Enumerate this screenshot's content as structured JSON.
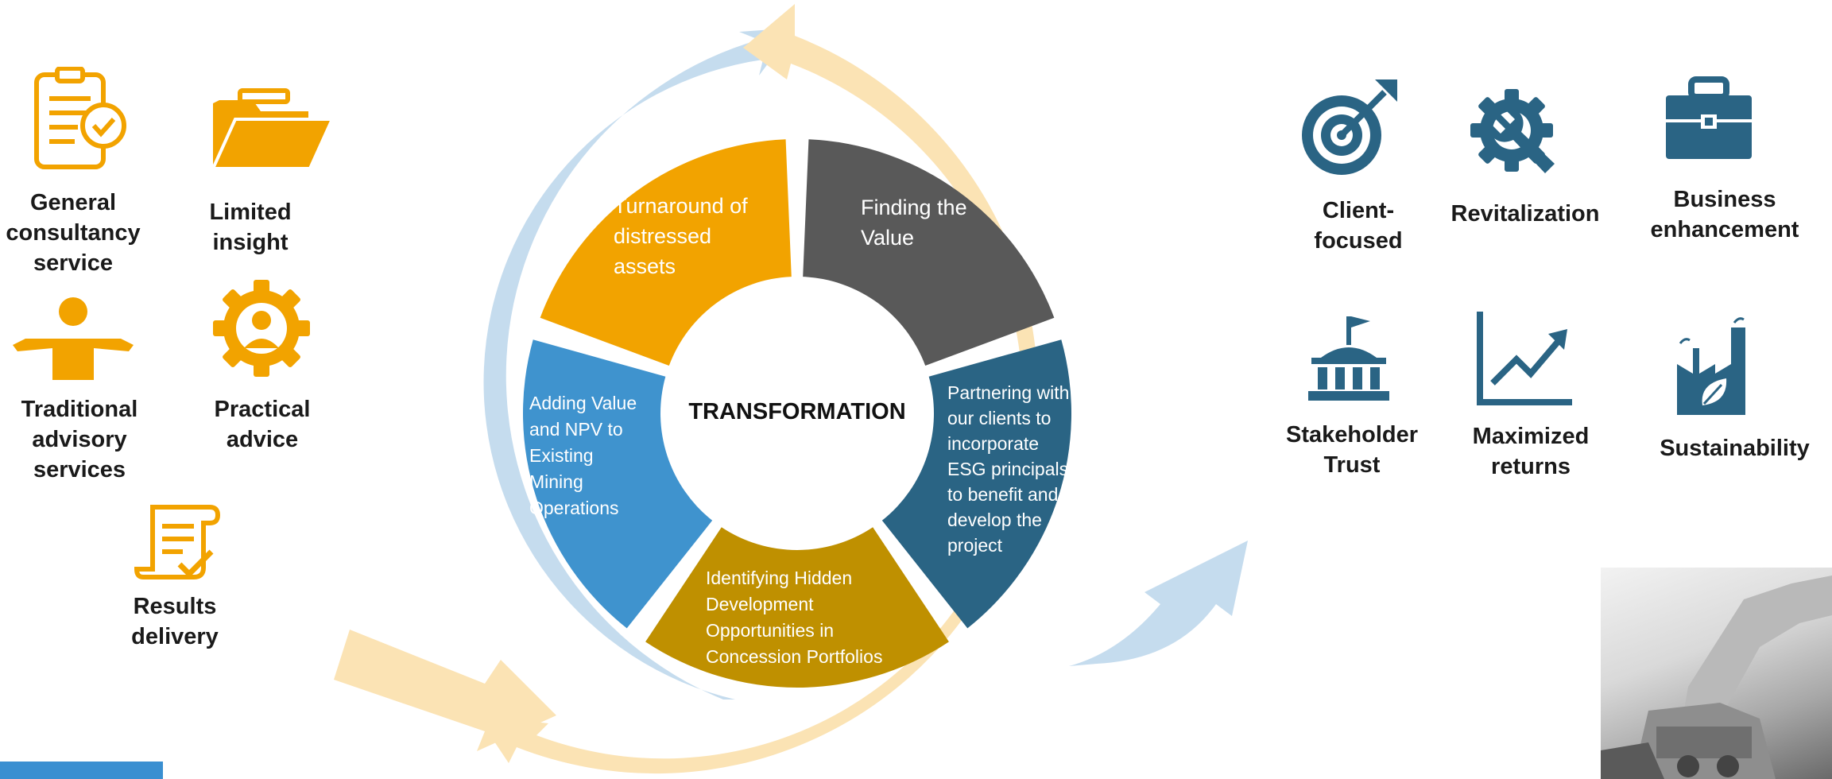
{
  "left_items": [
    {
      "key": "general",
      "lines": [
        "General",
        "consultancy",
        "service"
      ],
      "icon": "clipboard-check-icon"
    },
    {
      "key": "limited",
      "lines": [
        "Limited",
        "insight"
      ],
      "icon": "folder-icon"
    },
    {
      "key": "traditional",
      "lines": [
        "Traditional",
        "advisory",
        "services"
      ],
      "icon": "shrugging-person-icon"
    },
    {
      "key": "practical",
      "lines": [
        "Practical",
        "advice"
      ],
      "icon": "gear-person-icon"
    },
    {
      "key": "results",
      "lines": [
        "Results",
        "delivery"
      ],
      "icon": "scroll-check-icon"
    }
  ],
  "right_items": [
    {
      "key": "client",
      "lines": [
        "Client-",
        "focused"
      ],
      "icon": "target-arrow-icon"
    },
    {
      "key": "revital",
      "lines": [
        "Revitalization"
      ],
      "icon": "gear-wrench-icon"
    },
    {
      "key": "business",
      "lines": [
        "Business",
        "enhancement"
      ],
      "icon": "briefcase-icon"
    },
    {
      "key": "stakeholder",
      "lines": [
        "Stakeholder",
        "Trust"
      ],
      "icon": "institution-flag-icon"
    },
    {
      "key": "maximized",
      "lines": [
        "Maximized",
        "returns"
      ],
      "icon": "growth-chart-icon"
    },
    {
      "key": "sustain",
      "lines": [
        "Sustainability"
      ],
      "icon": "eco-factory-icon"
    }
  ],
  "center_label": "TRANSFORMATION",
  "segments": [
    {
      "key": "turnaround",
      "lines": [
        "Turnaround of",
        "distressed",
        "assets"
      ],
      "color": "#f2a300"
    },
    {
      "key": "finding",
      "lines": [
        "Finding the",
        "Value"
      ],
      "color": "#595959"
    },
    {
      "key": "partnering",
      "lines": [
        "Partnering with",
        "our clients to",
        "incorporate",
        "ESG principals",
        "to benefit and",
        "develop the",
        "project"
      ],
      "color": "#2a6484"
    },
    {
      "key": "identifying",
      "lines": [
        "Identifying Hidden",
        "Development",
        "Opportunities in",
        "Concession Portfolios"
      ],
      "color": "#bf9000"
    },
    {
      "key": "adding",
      "lines": [
        "Adding Value",
        "and NPV to",
        "Existing",
        "Mining",
        "Operations"
      ],
      "color": "#3f93ce"
    }
  ],
  "colors": {
    "orange": "#f2a300",
    "teal": "#2a6484",
    "light_blue": "#c5dcee",
    "light_orange": "#fbe3b4"
  }
}
